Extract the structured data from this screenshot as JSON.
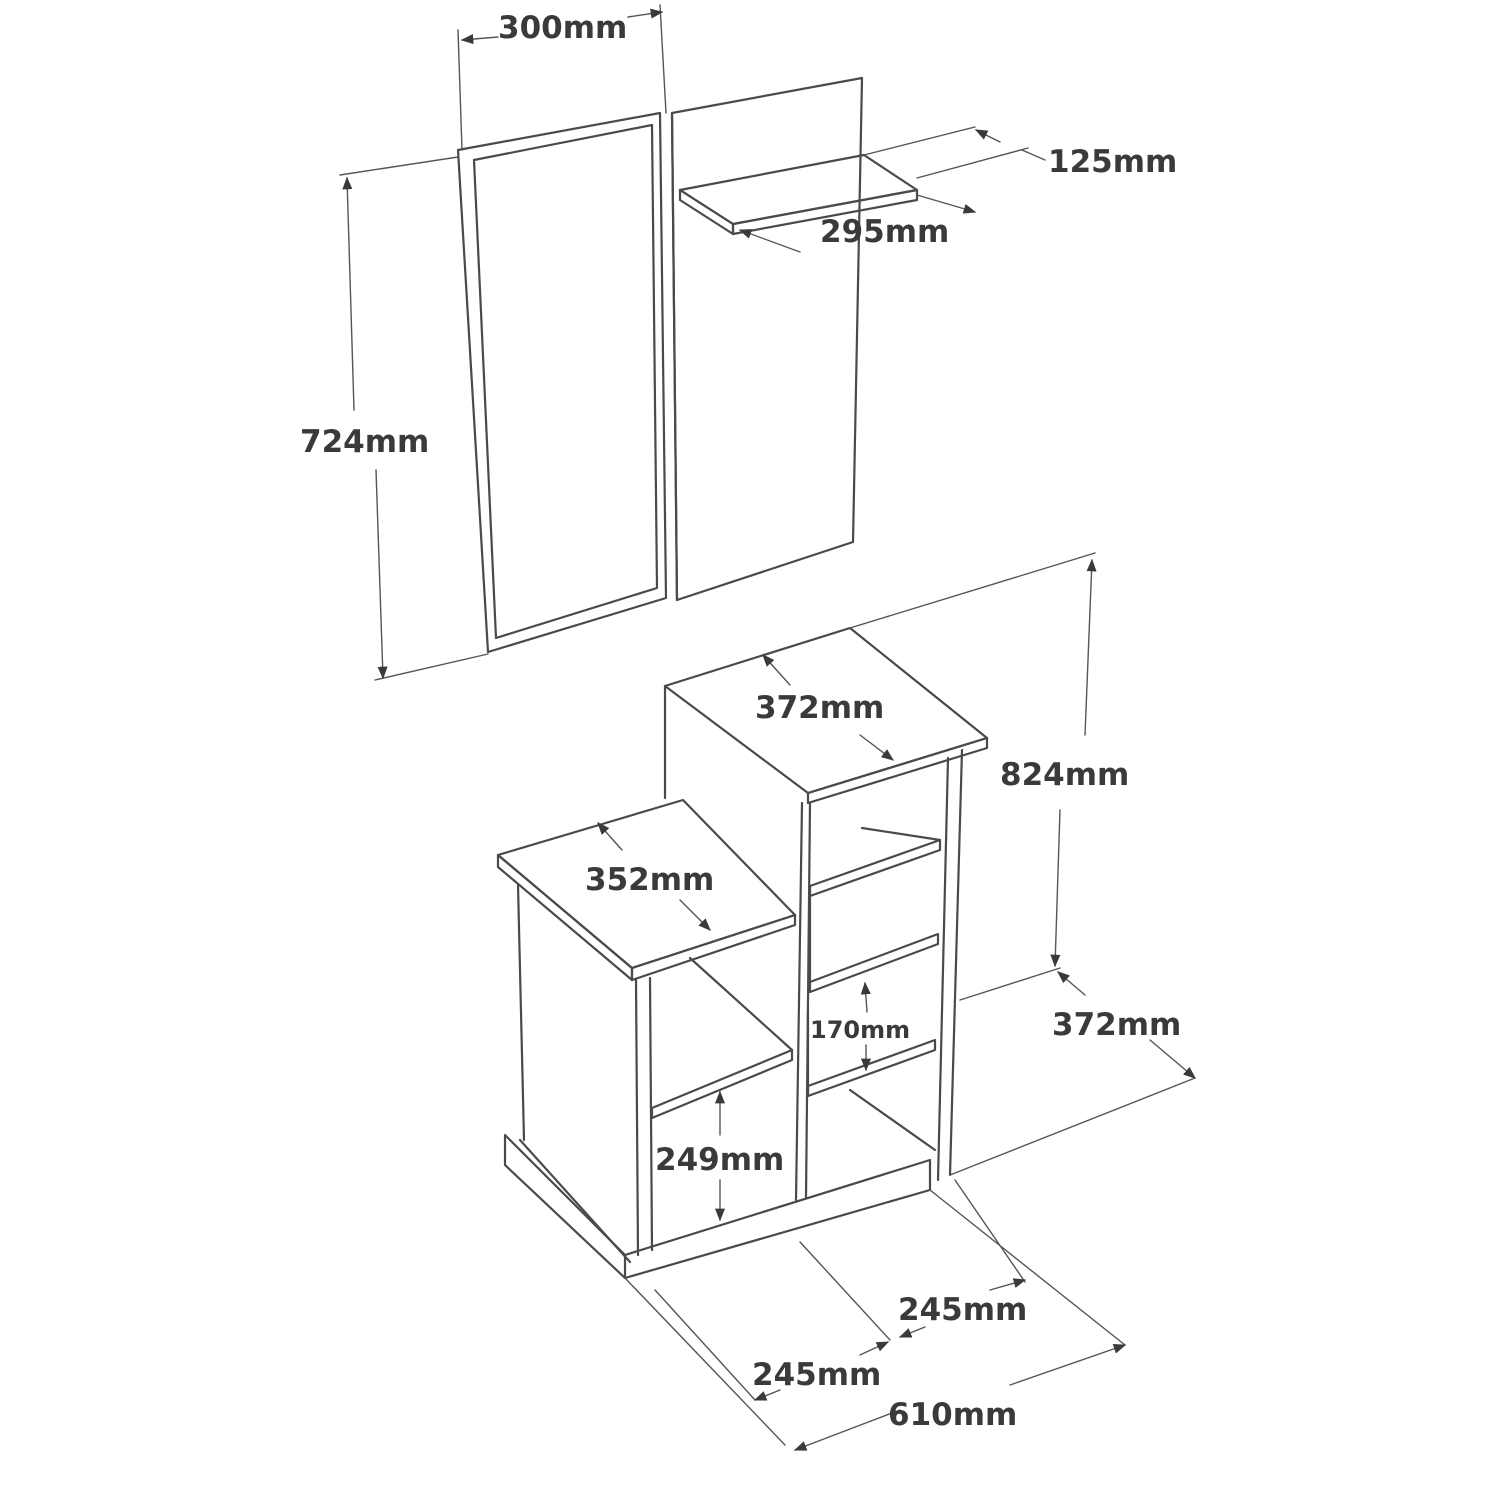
{
  "dimensions": {
    "panel_width": "300mm",
    "shelf_depth": "125mm",
    "shelf_width": "295mm",
    "panel_height": "724mm",
    "tall_top_width": "372mm",
    "cabinet_height": "824mm",
    "low_top_width": "352mm",
    "cabinet_depth": "372mm",
    "small_compartment_height": "170mm",
    "large_compartment_height": "249mm",
    "right_section_width": "245mm",
    "left_section_width": "245mm",
    "total_width": "610mm"
  }
}
